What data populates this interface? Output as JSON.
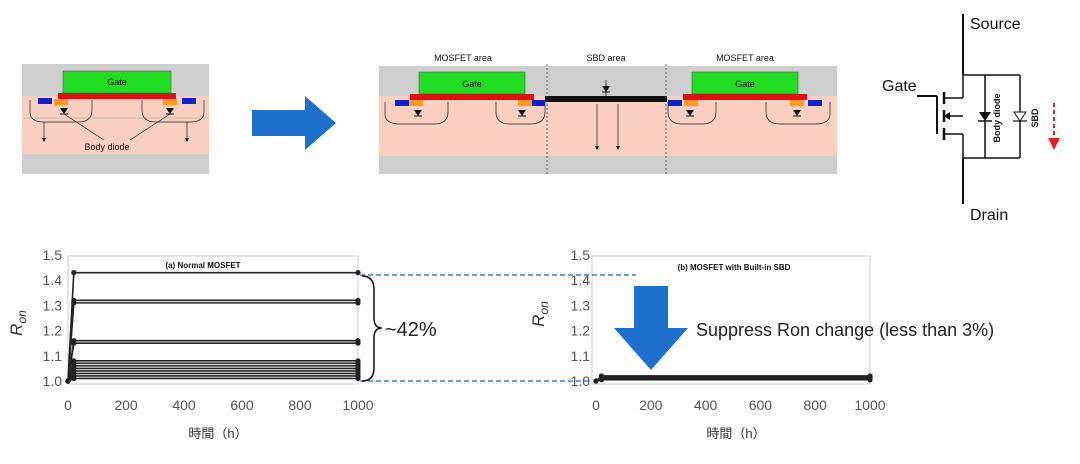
{
  "structure_left": {
    "gate_label": "Gate",
    "body_diode_label": "Body diode"
  },
  "structure_right": {
    "mosfet_area_left": "MOSFET area",
    "sbd_area": "SBD area",
    "mosfet_area_right": "MOSFET area",
    "gate_label_left": "Gate",
    "gate_label_right": "Gate"
  },
  "circuit": {
    "source_label": "Source",
    "gate_label": "Gate",
    "drain_label": "Drain",
    "body_diode_label": "Body diode",
    "sbd_label": "SBD"
  },
  "annotations": {
    "change_percent": "~42%",
    "suppress_text": "Suppress Ron change (less than 3%)"
  },
  "colors": {
    "gate": "#22dd22",
    "oxide": "#dd1111",
    "substrate": "#f8cfc0",
    "oxide_top": "#cfcfcf",
    "contact": "#ff9922",
    "blue_region": "#1122cc",
    "arrow_blue": "#1f6fcc",
    "dash_blue": "#2266bb",
    "sbd_arrow": "#dd2222"
  },
  "chart_data": [
    {
      "type": "line",
      "title": "(a) Normal MOSFET",
      "ylabel": "Ron",
      "xlabel": "時間（h）",
      "xlim": [
        0,
        1000
      ],
      "ylim": [
        1.0,
        1.5
      ],
      "x_ticks": [
        "0",
        "200",
        "400",
        "600",
        "800",
        "1000"
      ],
      "y_ticks": [
        "1.0",
        "1.1",
        "1.2",
        "1.3",
        "1.4",
        "1.5"
      ],
      "x": [
        0,
        20,
        1000
      ],
      "series": [
        {
          "values": [
            1.0,
            1.43,
            1.43
          ]
        },
        {
          "values": [
            1.0,
            1.32,
            1.32
          ]
        },
        {
          "values": [
            1.0,
            1.31,
            1.31
          ]
        },
        {
          "values": [
            1.0,
            1.16,
            1.16
          ]
        },
        {
          "values": [
            1.0,
            1.15,
            1.15
          ]
        },
        {
          "values": [
            1.0,
            1.08,
            1.08
          ]
        },
        {
          "values": [
            1.0,
            1.07,
            1.07
          ]
        },
        {
          "values": [
            1.0,
            1.06,
            1.06
          ]
        },
        {
          "values": [
            1.0,
            1.05,
            1.05
          ]
        },
        {
          "values": [
            1.0,
            1.04,
            1.04
          ]
        },
        {
          "values": [
            1.0,
            1.03,
            1.03
          ]
        },
        {
          "values": [
            1.0,
            1.02,
            1.02
          ]
        },
        {
          "values": [
            1.0,
            1.01,
            1.01
          ]
        }
      ]
    },
    {
      "type": "line",
      "title": "(b) MOSFET with Built-in SBD",
      "ylabel": "Ron",
      "xlabel": "時間（h）",
      "xlim": [
        0,
        1000
      ],
      "ylim": [
        1.0,
        1.5
      ],
      "x_ticks": [
        "0",
        "200",
        "400",
        "600",
        "800",
        "1000"
      ],
      "y_ticks": [
        "1.0",
        "1.1",
        "1.2",
        "1.3",
        "1.4",
        "1.5"
      ],
      "x": [
        0,
        20,
        1000
      ],
      "series": [
        {
          "values": [
            1.0,
            1.02,
            1.02
          ]
        },
        {
          "values": [
            1.0,
            1.015,
            1.015
          ]
        },
        {
          "values": [
            1.0,
            1.01,
            1.01
          ]
        },
        {
          "values": [
            1.0,
            1.005,
            1.005
          ]
        }
      ]
    }
  ]
}
